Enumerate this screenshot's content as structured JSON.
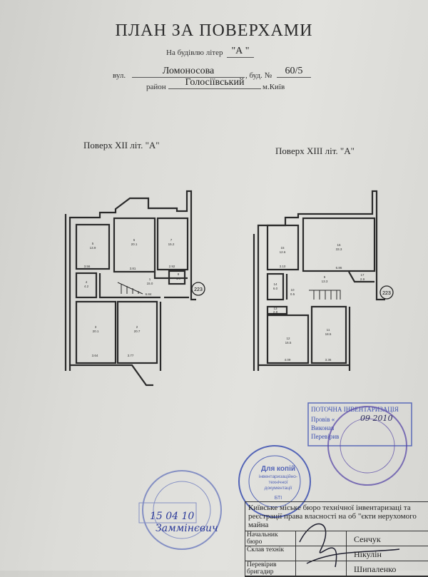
{
  "header": {
    "title": "ПЛАН ЗА ПОВЕРХАМИ",
    "building_label": "На будівлю літер",
    "building_value": "\"А \"",
    "street_label": "вул.",
    "street_value": "Ломоносова",
    "house_label": ", буд. №",
    "house_value": "60/5",
    "district_label": "район",
    "district_value": "Голосіївський",
    "city": "м.Київ"
  },
  "floors": [
    {
      "heading": "Поверх  XII  літ. \"А\"",
      "badge": "223",
      "rooms": [
        {
          "no": "5",
          "area": "13.9"
        },
        {
          "no": "6",
          "area": "20.1"
        },
        {
          "no": "7",
          "area": "15.2"
        },
        {
          "no": "1",
          "area": "15.0"
        },
        {
          "no": "4",
          "area": "4.2"
        },
        {
          "no": "8",
          "area": "1.9"
        },
        {
          "no": "3",
          "area": "20.1"
        },
        {
          "no": "2",
          "area": "20.7"
        }
      ],
      "dims": [
        "3.56",
        "3.81",
        "2.92",
        "6.84",
        "3.64",
        "3.77"
      ]
    },
    {
      "heading": "Поверх  XIII  літ. \"А\"",
      "badge": "223",
      "rooms": [
        {
          "no": "15",
          "area": "12.6"
        },
        {
          "no": "16",
          "area": "33.3"
        },
        {
          "no": "9",
          "area": "13.3"
        },
        {
          "no": "17",
          "area": "2.9"
        },
        {
          "no": "14",
          "area": "6.0"
        },
        {
          "no": "10",
          "area": "0.5"
        },
        {
          "no": "13",
          "area": "2.8"
        },
        {
          "no": "12",
          "area": "16.5"
        },
        {
          "no": "11",
          "area": "18.5"
        }
      ],
      "dims": [
        "3.10",
        "6.86",
        "4.09",
        "3.36"
      ]
    }
  ],
  "stamps": {
    "inventory_title": "ПОТОЧНА ІНВЕНТАРИЗАЦІЯ",
    "inventory_lines": [
      "Провів «",
      "Виконав",
      "Перевірив"
    ],
    "copy_stamp": [
      "Для копій",
      "інвентаризаційно-",
      "технічної",
      "документації",
      "БТІ"
    ],
    "handwritten_date": "15 04 10",
    "handwritten_name": "Заммінєвич",
    "handwritten_date2": "09 2010"
  },
  "signoff": {
    "org": "Київське міське бюро технічної інвентаризаці та реєстрації права власності на об \"єкти нерухомого майна",
    "rows": [
      {
        "role": "Начальник бюро",
        "name": "Сенчук"
      },
      {
        "role": "Склав технік",
        "name": "Нікулін"
      },
      {
        "role": "Перевірив бригадир",
        "name": "Шипаленко"
      }
    ]
  },
  "colors": {
    "ink": "#222222",
    "stamp_blue": "#3b4fb0",
    "stamp_violet": "#5a4aa8",
    "paper": "#dcdcd8"
  }
}
